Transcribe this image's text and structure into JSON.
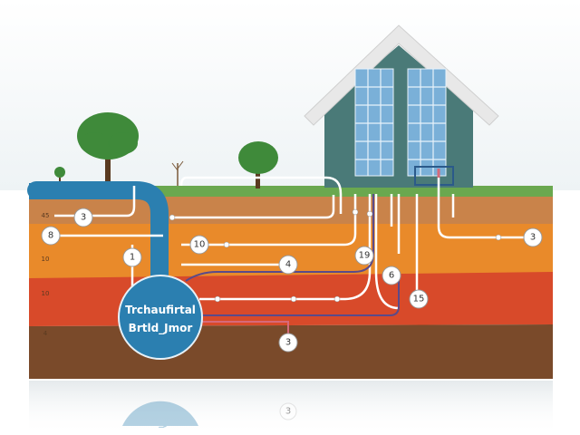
{
  "hub": {
    "line1": "Trchaufirtal",
    "line2": "Brtld_Jmor"
  },
  "callouts": [
    "3",
    "8",
    "1",
    "10",
    "4",
    "19",
    "6",
    "15",
    "3",
    "3"
  ],
  "side_labels": [
    "45",
    "10",
    "10",
    "4"
  ],
  "reflection": {
    "hub_text": "Brtld_Jmor",
    "callout": "3"
  },
  "colors": {
    "sky": "#f2f6f8",
    "grass": "#6aa84f",
    "soil_top": "#c9834a",
    "soil_mid": "#e98a2a",
    "soil_red": "#d84a2a",
    "soil_deep": "#7a4a2a",
    "pipe_blue": "#2b7fb0",
    "house_wall": "#4a7a78",
    "roof": "#e8e8e8",
    "window": "#7ab0d8",
    "tree": "#3f8a3a",
    "pipe_white": "#ffffff",
    "pipe_purple": "#5a4a8a",
    "pipe_pink": "#d66a7a"
  }
}
